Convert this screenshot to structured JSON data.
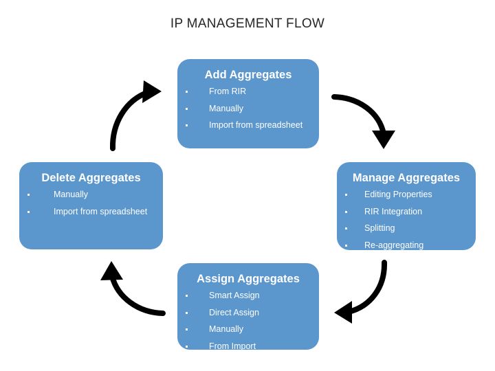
{
  "diagram": {
    "title": "IP MANAGEMENT FLOW",
    "accent_color": "#5b96cc",
    "text_color": "#ffffff",
    "title_color": "#262626",
    "arrow_color": "#000000",
    "background": "#ffffff",
    "boxes": [
      {
        "id": "add",
        "title": "Add Aggregates",
        "items": [
          "From RIR",
          "Manually",
          "Import from spreadsheet"
        ]
      },
      {
        "id": "manage",
        "title": "Manage Aggregates",
        "items": [
          "Editing Properties",
          "RIR Integration",
          "Splitting",
          "Re-aggregating"
        ]
      },
      {
        "id": "assign",
        "title": "Assign Aggregates",
        "items": [
          "Smart Assign",
          "Direct Assign",
          "Manually",
          "From Import"
        ]
      },
      {
        "id": "delete",
        "title": "Delete Aggregates",
        "items": [
          "Manually",
          "Import from spreadsheet"
        ]
      }
    ],
    "arrows": [
      {
        "id": "add-to-manage",
        "from": "add",
        "to": "manage",
        "direction": "down-right"
      },
      {
        "id": "manage-to-assign",
        "from": "manage",
        "to": "assign",
        "direction": "down-left"
      },
      {
        "id": "assign-to-delete",
        "from": "assign",
        "to": "delete",
        "direction": "up-left"
      },
      {
        "id": "delete-to-add",
        "from": "delete",
        "to": "add",
        "direction": "up-right"
      }
    ]
  }
}
